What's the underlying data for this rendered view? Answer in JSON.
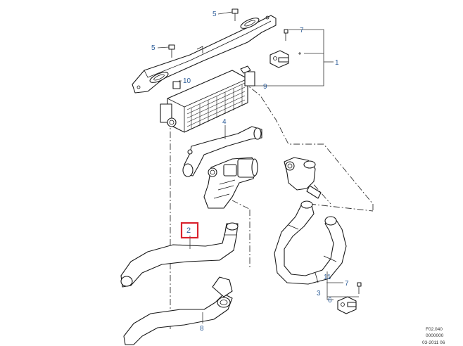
{
  "callouts": {
    "c1": "1",
    "c2": "2",
    "c3": "3",
    "c4": "4",
    "c5a": "5",
    "c5b": "5",
    "c6": "6",
    "c7a": "7",
    "c7b": "7",
    "c8": "8",
    "c9": "9",
    "c10": "10",
    "c11": "11"
  },
  "highlight_color": "#d9232e",
  "callout_color": "#2f5f9a",
  "stamp": {
    "line1": "F02.040",
    "line2": "0000000",
    "line3": "03-2011 06"
  }
}
